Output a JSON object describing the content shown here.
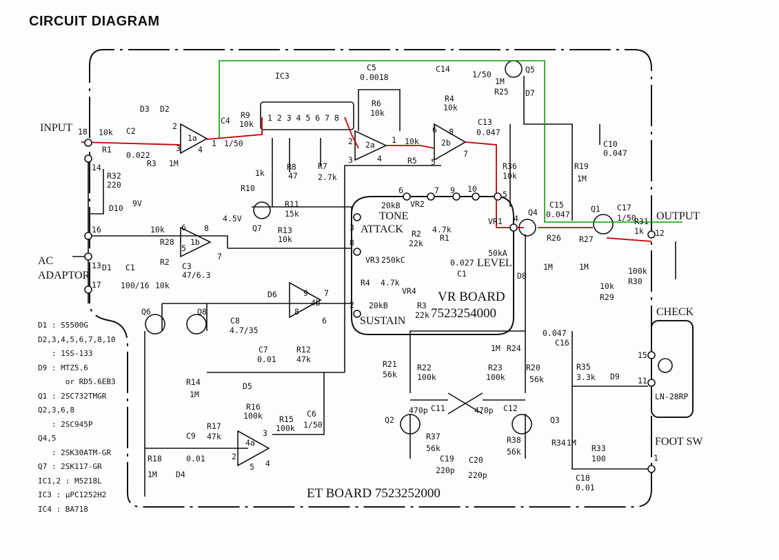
{
  "title": "CIRCUIT DIAGRAM",
  "colors": {
    "signal_path": "#c00000",
    "feedback_path": "#00a000",
    "ink": "#111111"
  },
  "legend": [
    "D1 : S5500G",
    "D2,3,4,5,6,7,8,10",
    "   : 1SS-133",
    "D9 : MTZ5.6",
    "      or RD5.6EB3",
    "Q1 : 2SC732TMGR",
    "Q2,3,6,8",
    "   : 2SC945P",
    "Q4,5",
    "   : 2SK30ATM-GR",
    "Q7 : 2SK117-GR",
    "IC1,2 : M5218L",
    "IC3 : µPC1252H2",
    "IC4 : BA718"
  ],
  "boards": {
    "et_board": "ET BOARD 7523252000",
    "vr_board_title": "VR BOARD",
    "vr_board_number": "7523254000"
  },
  "io": {
    "input": "INPUT",
    "output": "OUTPUT",
    "ac": "AC",
    "adaptor": "ADAPTOR",
    "check": "CHECK",
    "led": "LN-28RP",
    "foot_sw": "FOOT SW"
  },
  "controls": {
    "tone": "TONE",
    "attack": "ATTACK",
    "sustain": "SUSTAIN",
    "level": "LEVEL"
  },
  "labels": {
    "pin18": "18",
    "r1v": "10k",
    "r1": "R1",
    "c2": "C2",
    "c2v": "0.022",
    "r3": "R3",
    "r3v": "1M",
    "d3": "D3",
    "d2": "D2",
    "ic1a": "1a",
    "p1a2": "2",
    "p1a3": "3",
    "p1a4": "4",
    "p1a1": "1",
    "c4": "C4",
    "c4v": "1/50",
    "r9": "R9",
    "r9v": "10k",
    "ic3": "IC3",
    "ic3pins": "1 2 3 4 5 6 7 8",
    "r10": "R10",
    "r10v": "1k",
    "r8": "R8",
    "r8v": "47",
    "r7": "R7",
    "r7v": "2.7k",
    "c5": "C5",
    "c5v": "0.0018",
    "r6": "R6",
    "r6v": "10k",
    "ic2a": "2a",
    "p2a2": "2",
    "p2a3": "3",
    "p2a4": "4",
    "p2a1": "1",
    "r5v": "10k",
    "r5": "R5",
    "r4": "R4",
    "r4v": "10k",
    "ic2b": "2b",
    "p2b6": "6",
    "p2b8": "8",
    "p2b5": "5",
    "p2b7": "7",
    "c13": "C13",
    "c13v": "0.047",
    "r36": "R36",
    "r36v": "10k",
    "c14": "C14",
    "c14v": "1/50",
    "r25v": "1M",
    "r25": "R25",
    "q5": "Q5",
    "d7": "D7",
    "c10": "C10",
    "c10v": "0.047",
    "r19": "R19",
    "r19v": "1M",
    "c15": "C15",
    "c15v": "0.047",
    "q1": "Q1",
    "c17": "C17",
    "c17v": "1/50",
    "r31": "R31",
    "r31v": "1k",
    "pin12": "12",
    "r26": "R26",
    "r26v": "1M",
    "r27": "R27",
    "r27v": "1M",
    "r29v": "10k",
    "r29": "R29",
    "r30v": "100k",
    "r30": "R30",
    "q4": "Q4",
    "pin4": "4",
    "d8": "D8",
    "v6": "6",
    "v7": "7",
    "v9": "9",
    "v10": "10",
    "v5": "5",
    "vr2v": "20kB",
    "vr2": "VR2",
    "v3": "3",
    "vr_r2": "R2",
    "vr_r2v": "22k",
    "vr_r1v": "4.7k",
    "vr_r1": "R1",
    "v8": "8",
    "vr3": "VR3",
    "vr3v": "250kC",
    "vr1": "VR1",
    "vr1v": "50kA",
    "vr_c1v": "0.027",
    "vr_c1": "C1",
    "vr_r4": "R4",
    "vr_r4v": "4.7k",
    "vr4": "VR4",
    "vr4v": "20kB",
    "vr_r3": "R3",
    "vr_r3v": "22k",
    "v2": "2",
    "v9v": "9V",
    "r28v": "10k",
    "r28": "R28",
    "p1b6": "6",
    "ic1b": "1b",
    "p1b5": "5",
    "p1b8": "8",
    "p1b7": "7",
    "v45": "4.5V",
    "q7": "Q7",
    "r11": "R11",
    "r11v": "15k",
    "r13": "R13",
    "r13v": "10k",
    "d1": "D1",
    "c1": "C1",
    "r2": "R2",
    "c3": "C3",
    "c3v": "47/6.3",
    "c1v": "100/16",
    "r2v": "10k",
    "pin16": "16",
    "pin14": "14",
    "r32": "R32",
    "r32v": "220",
    "d10": "D10",
    "pin13": "13",
    "pin17": "17",
    "d6": "D6",
    "p4b9": "9",
    "p4b7": "7",
    "ic4b": "4b",
    "p4b8": "8",
    "p4b6": "6",
    "q6": "Q6",
    "q8": "Q8",
    "c8": "C8",
    "c8v": "4.7/35",
    "c7": "C7",
    "c7v": "0.01",
    "r12": "R12",
    "r12v": "47k",
    "r14": "R14",
    "r14v": "1M",
    "d5": "D5",
    "r16": "R16",
    "r16v": "100k",
    "r15": "R15",
    "r15v": "100k",
    "c6": "C6",
    "c6v": "1/50",
    "r17": "R17",
    "r17v": "47k",
    "c9": "C9",
    "c9v": "0.01",
    "p4a3": "3",
    "p4a2": "2",
    "ic4a": "4a",
    "p4a5": "5",
    "p4a4": "4",
    "r18": "R18",
    "r18v": "1M",
    "d4": "D4",
    "c16v": "0.047",
    "c16": "C16",
    "r24v": "1M",
    "r24": "R24",
    "r21": "R21",
    "r21v": "56k",
    "r22": "R22",
    "r22v": "100k",
    "r23": "R23",
    "r23v": "100k",
    "r20": "R20",
    "r20v": "56k",
    "r35": "R35",
    "r35v": "3.3k",
    "d9": "D9",
    "c11v": "470p",
    "c11": "C11",
    "c12v": "470p",
    "c12": "C12",
    "q2": "Q2",
    "q3": "Q3",
    "r37": "R37",
    "r37v": "56k",
    "r38": "R38",
    "r38v": "56k",
    "c19": "C19",
    "c19v": "220p",
    "c20": "C20",
    "c20v": "220p",
    "r34": "R34",
    "r34v": "1M",
    "r33": "R33",
    "r33v": "100",
    "c18": "C18",
    "c18v": "0.01",
    "pin15": "15",
    "pin11": "11",
    "pin1": "1"
  }
}
